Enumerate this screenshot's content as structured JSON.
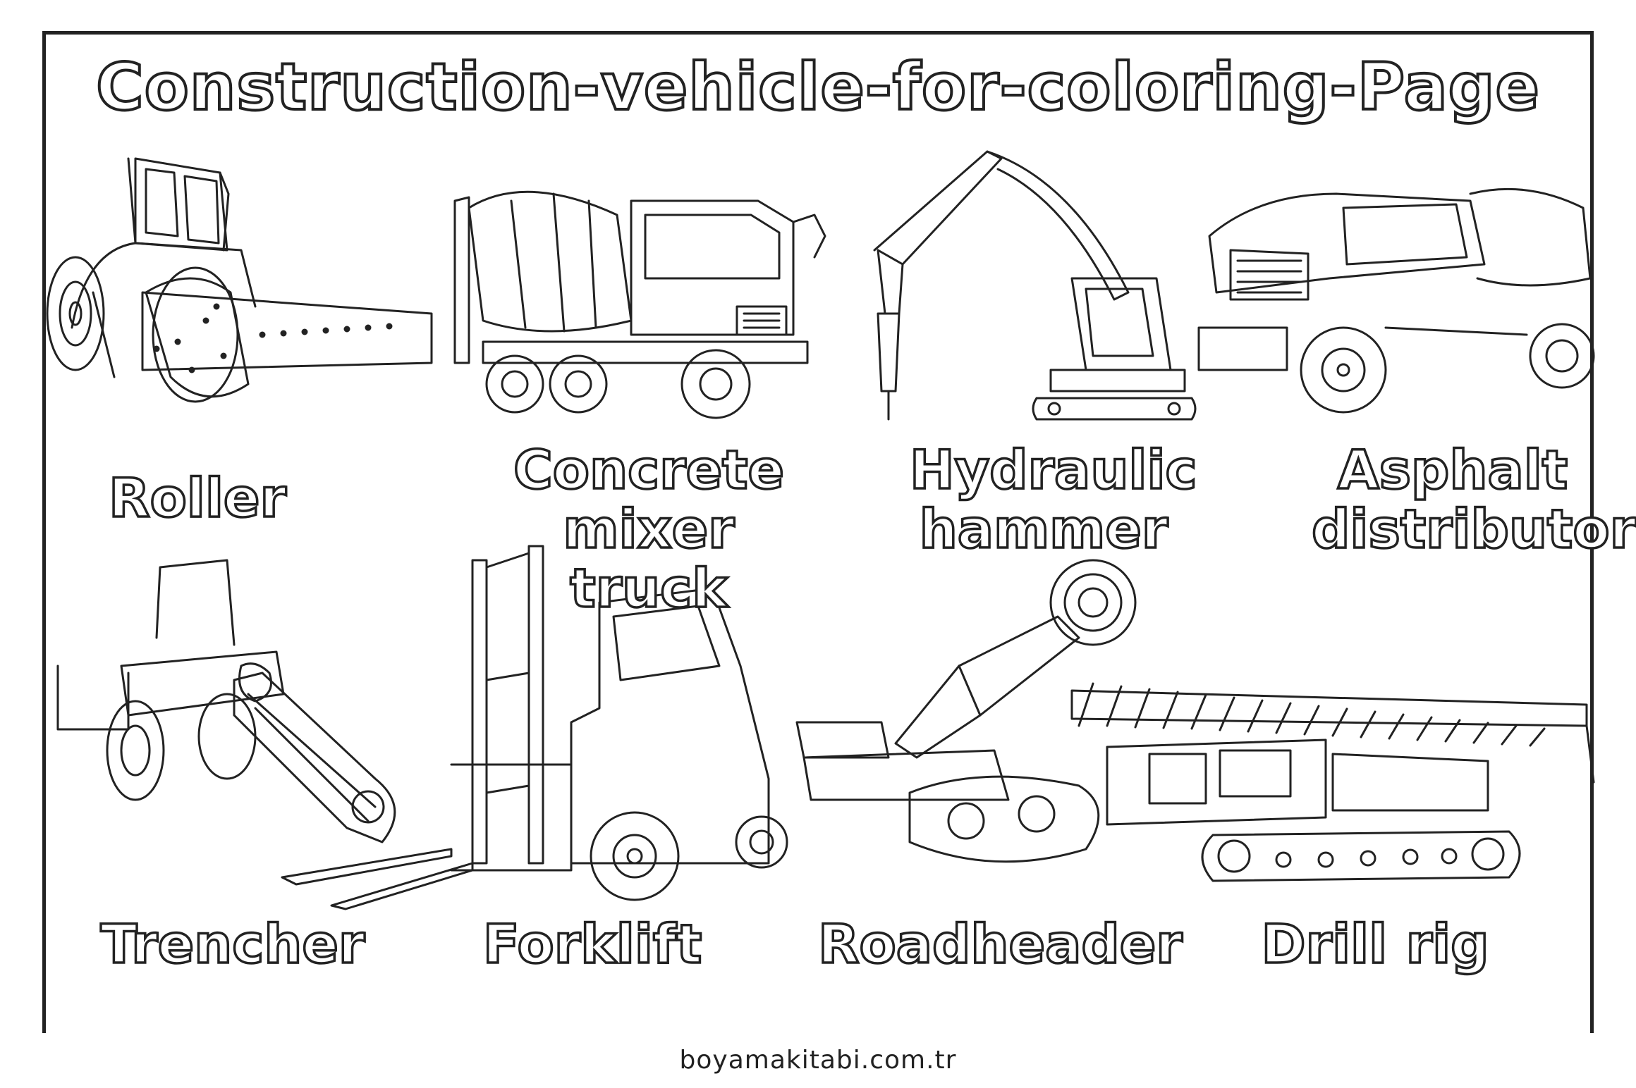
{
  "title": "Construction-vehicle-for-coloring-Page",
  "vehicles": [
    {
      "label": "Roller",
      "icon": "roller-icon"
    },
    {
      "label": "Concrete mixer\ntruck",
      "icon": "concrete-mixer-truck-icon"
    },
    {
      "label": "Hydraulic\nhammer",
      "icon": "hydraulic-hammer-icon"
    },
    {
      "label": "Asphalt\ndistributor",
      "icon": "asphalt-distributor-icon"
    },
    {
      "label": "Trencher",
      "icon": "trencher-icon"
    },
    {
      "label": "Forklift",
      "icon": "forklift-icon"
    },
    {
      "label": "Roadheader",
      "icon": "roadheader-icon"
    },
    {
      "label": "Drill rig",
      "icon": "drill-rig-icon"
    }
  ],
  "footer": "boyamakitabi.com.tr"
}
